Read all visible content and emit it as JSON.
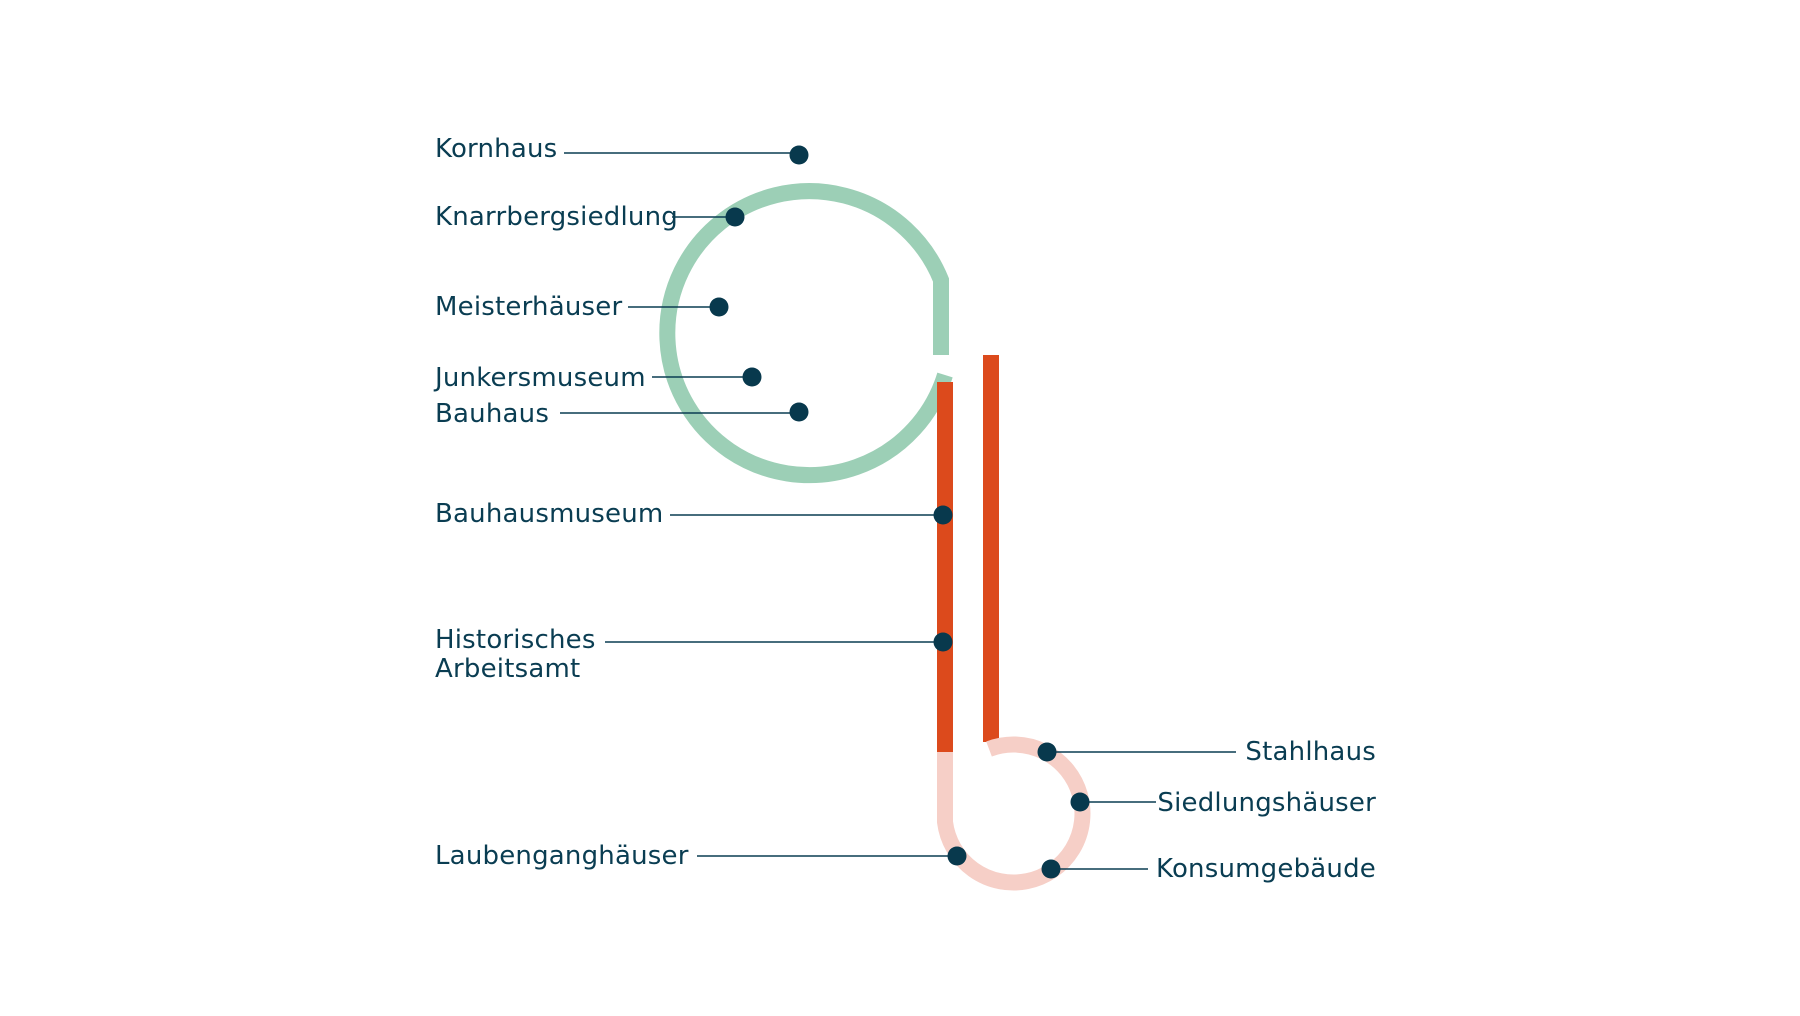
{
  "colors": {
    "loop_green": "#9ccfb6",
    "line_orange": "#dc4a1c",
    "loop_pink": "#f6cfc7",
    "stop_dot": "#08394d",
    "leader_line": "#0a3d52",
    "label_text": "#0a3d52"
  },
  "stops": {
    "kornhaus": "Kornhaus",
    "knarrbergsiedlung": "Knarrbergsiedlung",
    "meisterhaeuser": "Meisterhäuser",
    "junkersmuseum": "Junkersmuseum",
    "bauhaus": "Bauhaus",
    "bauhausmuseum": "Bauhausmuseum",
    "historisches_line1": "Historisches",
    "historisches_line2": "Arbeitsamt",
    "laubenganghaeuser": "Laubenganghäuser",
    "stahlhaus": "Stahlhaus",
    "siedlungshaeuser": "Siedlungshäuser",
    "konsumgebaeude": "Konsumgebäude"
  }
}
